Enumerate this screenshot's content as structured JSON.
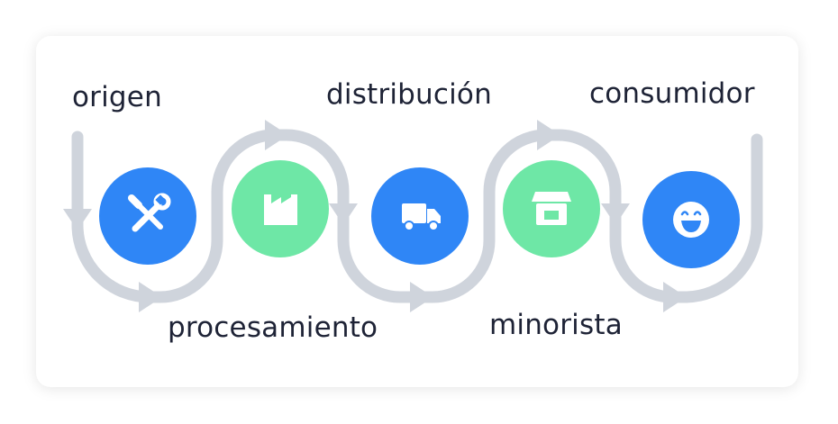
{
  "stages": [
    {
      "label": "origen",
      "icon": "tools-icon",
      "color": "#2f86f6"
    },
    {
      "label": "procesamiento",
      "icon": "factory-icon",
      "color": "#6ee7a6"
    },
    {
      "label": "distribución",
      "icon": "truck-icon",
      "color": "#2f86f6"
    },
    {
      "label": "minorista",
      "icon": "store-icon",
      "color": "#6ee7a6"
    },
    {
      "label": "consumidor",
      "icon": "smile-icon",
      "color": "#2f86f6"
    }
  ],
  "colors": {
    "path": "#cfd4dc",
    "blue": "#2f86f6",
    "green": "#6ee7a6",
    "text": "#1e2336"
  }
}
